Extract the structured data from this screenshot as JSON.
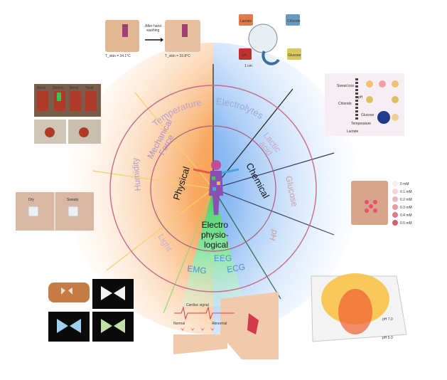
{
  "center": {
    "physical": "Physical",
    "chemical": "Chemical",
    "electro": [
      "Electro",
      "physio-",
      "logical"
    ]
  },
  "ring": {
    "temperature": "Temperature",
    "electrolytes": "Electrolytes",
    "lactic": [
      "Lactic",
      "acid"
    ],
    "glucose": "Glucose",
    "ph": "pH",
    "mechanical": [
      "Mechanical",
      "Force"
    ],
    "humidity": "Humidity",
    "light": "Light",
    "eeg": "EEG",
    "emg": "EMG",
    "ecg": "ECG"
  },
  "panels": {
    "wash": {
      "arrow_label": [
        "After hand",
        "washing"
      ],
      "t_left": "T_skin = 34.1°C",
      "t_right": "T_skin = 33.8°C"
    },
    "sensor_chip": {
      "labels": [
        "Lactate",
        "Chloride",
        "pH",
        "Glucose"
      ],
      "scale": "1 cm"
    },
    "sweat_chart": {
      "labels": [
        "Sweat loss",
        "pH",
        "Chloride",
        "Glucose",
        "Temperature",
        "Lactate"
      ]
    },
    "glucose_patch": {
      "levels": [
        "0 mM",
        "0.1 mM",
        "0.2 mM",
        "0.3 mM",
        "0.4 mM",
        "0.5 mM"
      ]
    },
    "humidity_patch": {
      "labels": [
        "Dry",
        "Sweaty"
      ]
    },
    "strain": {
      "labels": [
        "Bend",
        "Stretch",
        "Bend",
        "Twist"
      ]
    },
    "ph_map": {
      "labels": [
        "pH 7.0",
        "pH 5.0"
      ]
    },
    "ecg": {
      "labels": [
        "Cardiac signal",
        "Normal",
        "Abnormal"
      ]
    }
  },
  "colors": {
    "physical": "#f58a1f",
    "chemical": "#3b83e0",
    "electro": "#7fdf8a",
    "ring_line": "#c76b8a"
  }
}
